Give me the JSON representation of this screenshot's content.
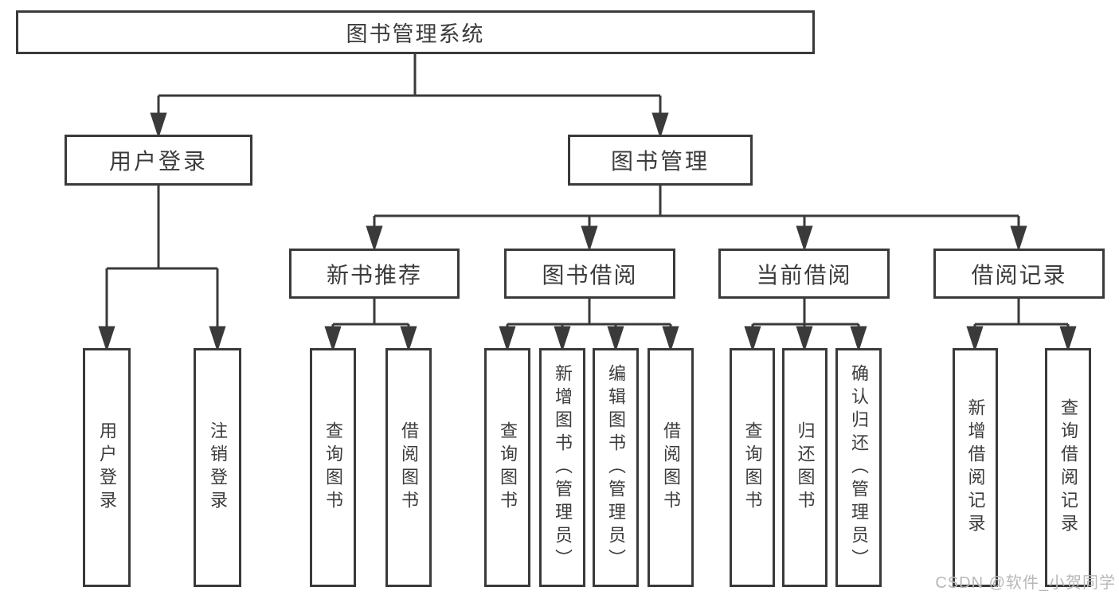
{
  "diagram": {
    "type": "hierarchy-tree",
    "background": "#ffffff",
    "line_color": "#3a3a3a",
    "box_border_color": "#3a3a3a",
    "box_fill": "#ffffff",
    "text_color": "#3c3c3c"
  },
  "tree": {
    "label": "图书管理系统",
    "children": [
      {
        "label": "用户登录",
        "children": [
          {
            "label": "用户登录"
          },
          {
            "label": "注销登录"
          }
        ]
      },
      {
        "label": "图书管理",
        "children": [
          {
            "label": "新书推荐",
            "children": [
              {
                "label": "查询图书"
              },
              {
                "label": "借阅图书"
              }
            ]
          },
          {
            "label": "图书借阅",
            "children": [
              {
                "label": "查询图书"
              },
              {
                "label": "新增图书（管理员）"
              },
              {
                "label": "编辑图书（管理员）"
              },
              {
                "label": "借阅图书"
              }
            ]
          },
          {
            "label": "当前借阅",
            "children": [
              {
                "label": "查询图书"
              },
              {
                "label": "归还图书"
              },
              {
                "label": "确认归还（管理员）"
              }
            ]
          },
          {
            "label": "借阅记录",
            "children": [
              {
                "label": "新增借阅记录"
              },
              {
                "label": "查询借阅记录"
              }
            ]
          }
        ]
      }
    ]
  },
  "watermark": {
    "text": "CSDN @软件_小贺同学",
    "color": "#b8b8b8"
  }
}
